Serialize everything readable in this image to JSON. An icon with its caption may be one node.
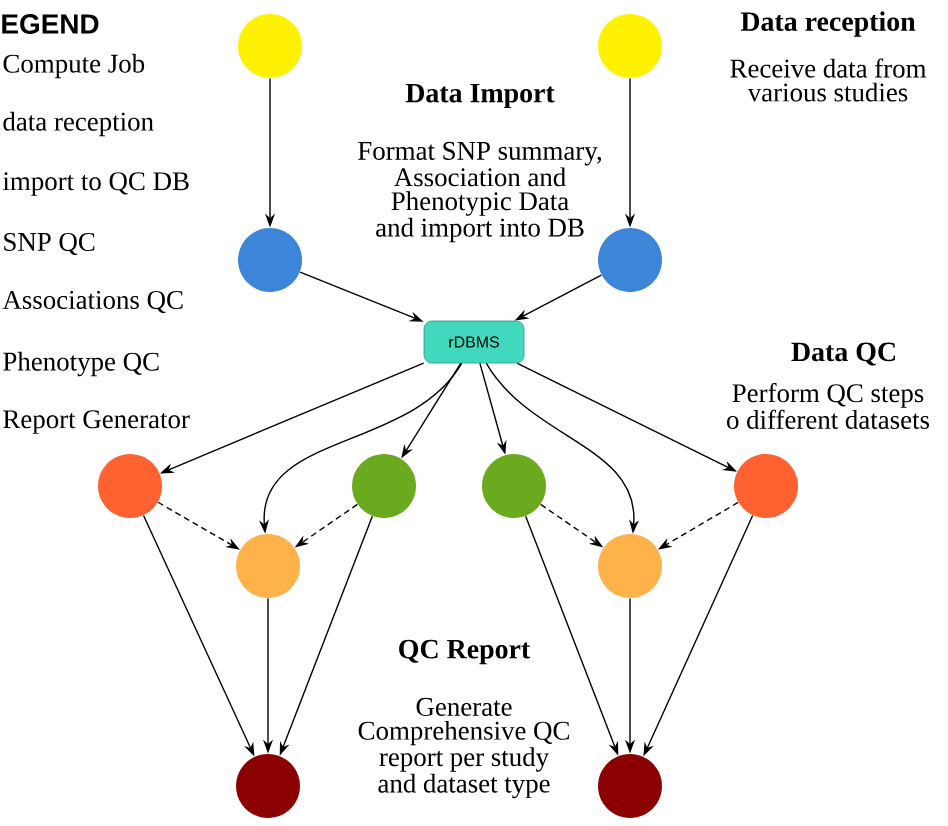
{
  "diagram": {
    "nodes": [
      {
        "text": [],
        "shape": "circle"
      },
      {
        "text": [],
        "shape": "circle"
      },
      {
        "text": [],
        "shape": "circle"
      },
      {
        "text": [],
        "shape": "circle"
      },
      {
        "text": [
          "rDBMS"
        ]
      },
      {
        "text": [],
        "shape": "circle"
      },
      {
        "text": [],
        "shape": "circle"
      },
      {
        "text": [],
        "shape": "circle"
      },
      {
        "text": [],
        "shape": "circle"
      },
      {
        "text": [],
        "shape": "circle"
      },
      {
        "text": [],
        "shape": "circle"
      },
      {
        "text": [],
        "shape": "circle"
      },
      {
        "text": [],
        "shape": "circle"
      }
    ],
    "edges": [
      {
        "from": 0,
        "to": 2,
        "arrow": "to"
      },
      {
        "from": 1,
        "to": 3,
        "arrow": "to"
      },
      {
        "from": 2,
        "to": 4,
        "arrow": "to"
      },
      {
        "from": 3,
        "to": 4,
        "arrow": "to"
      },
      {
        "from": 4,
        "to": 5,
        "arrow": "to"
      },
      {
        "from": 4,
        "to": 6,
        "arrow": "to"
      },
      {
        "from": 4,
        "to": 7,
        "arrow": "to"
      },
      {
        "from": 4,
        "to": 8,
        "arrow": "to"
      },
      {
        "from": 4,
        "to": 9,
        "arrow": "to"
      },
      {
        "from": 4,
        "to": 10,
        "arrow": "to"
      },
      {
        "from": 5,
        "to": 6,
        "arrow": "to",
        "style": "dashed"
      },
      {
        "from": 7,
        "to": 6,
        "arrow": "to",
        "style": "dashed"
      },
      {
        "from": 8,
        "to": 9,
        "arrow": "to",
        "style": "dashed"
      },
      {
        "from": 10,
        "to": 9,
        "arrow": "to",
        "style": "dashed"
      },
      {
        "from": 5,
        "to": 11,
        "arrow": "to"
      },
      {
        "from": 6,
        "to": 11,
        "arrow": "to"
      },
      {
        "from": 7,
        "to": 11,
        "arrow": "to"
      },
      {
        "from": 8,
        "to": 12,
        "arrow": "to"
      },
      {
        "from": 9,
        "to": 12,
        "arrow": "to"
      },
      {
        "from": 10,
        "to": 12,
        "arrow": "to"
      }
    ],
    "labels": [
      "EGEND",
      "Compute Job",
      "data reception",
      "import to QC DB",
      "SNP QC",
      "Associations QC",
      "Phenotype QC",
      "Report Generator",
      "Data Import",
      "Format SNP summary, Association and Phenotypic Data and import into DB",
      "Data reception",
      "Receive data from various studies",
      "Data QC",
      "Perform QC steps o different datasets",
      "QC Report",
      "Generate Comprehensive QC report per study and dataset type"
    ]
  }
}
